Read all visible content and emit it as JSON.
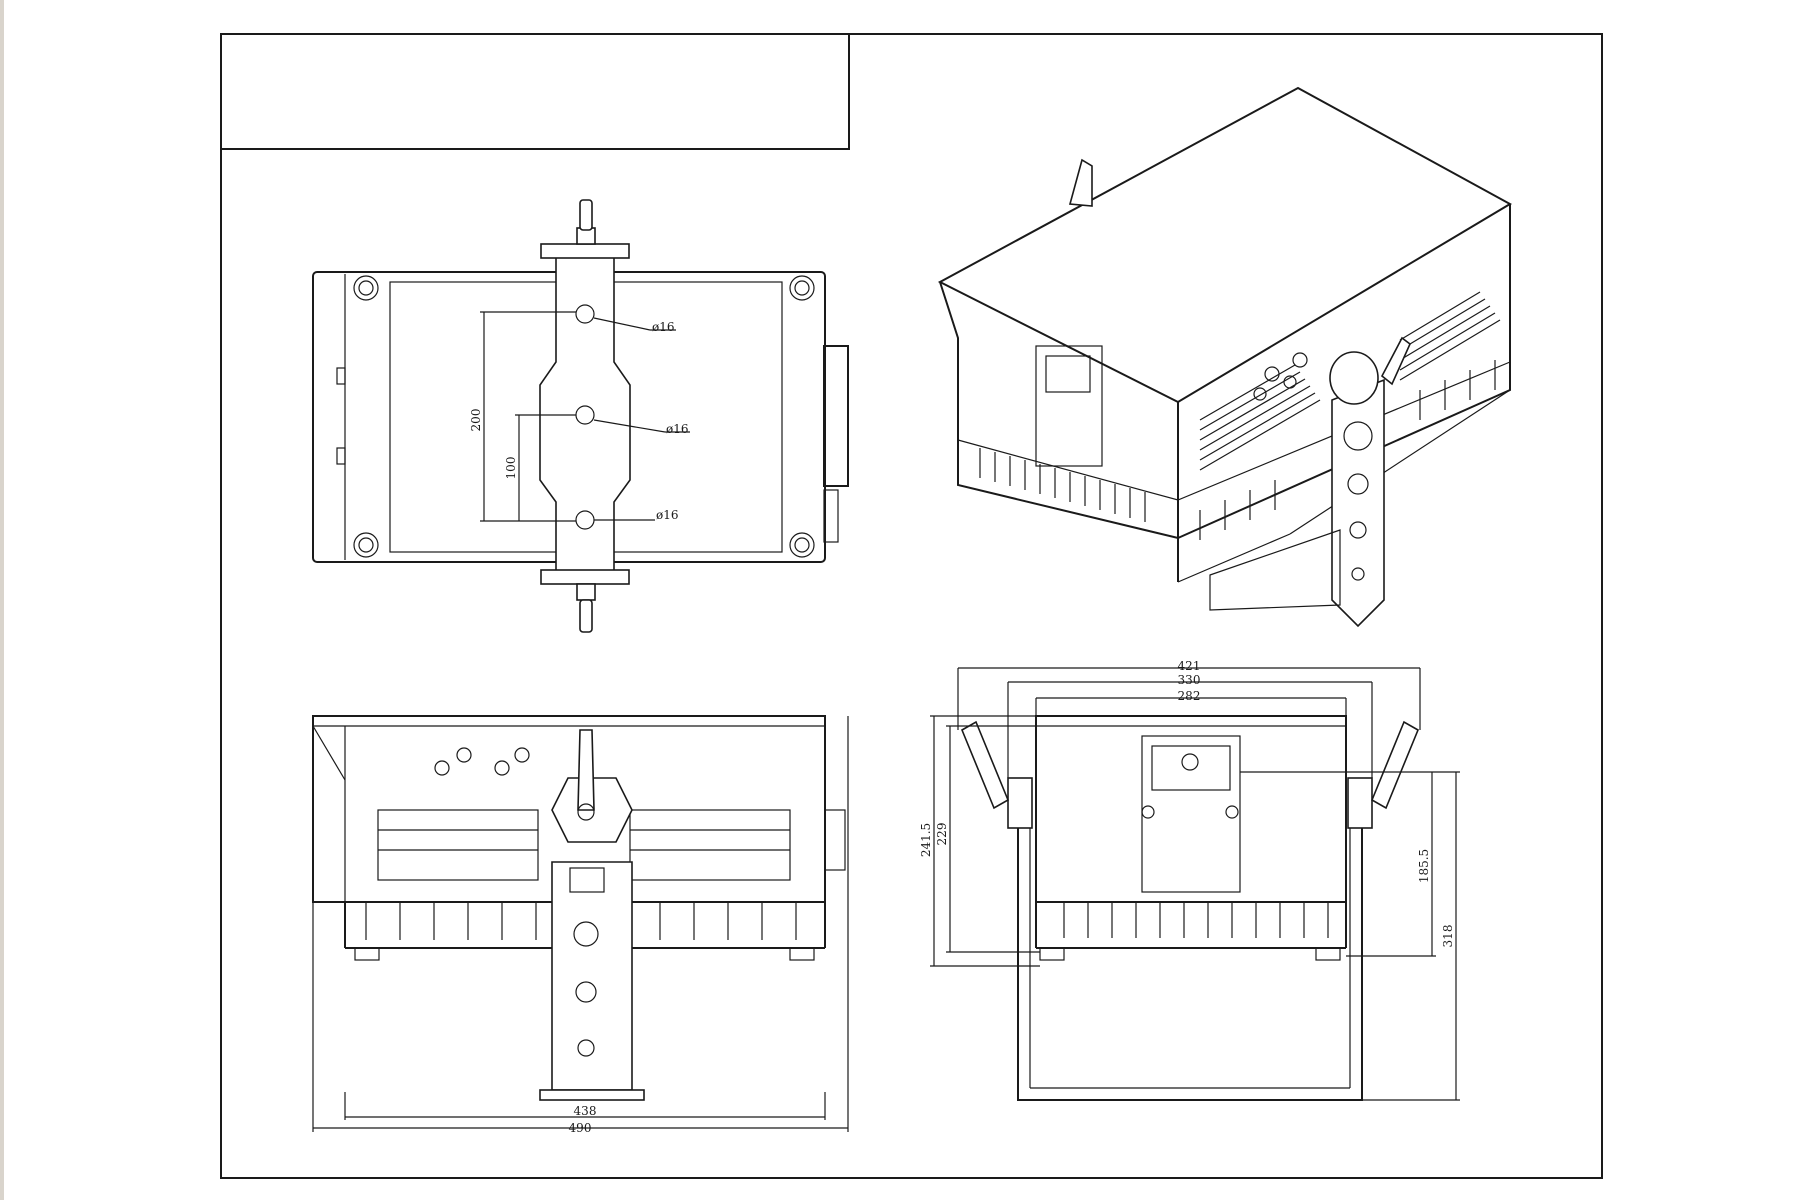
{
  "title_block": {
    "text": ""
  },
  "dimensions": {
    "top_view": {
      "hole_top": "ø16",
      "hole_middle": "ø16",
      "hole_bottom": "ø16",
      "spacing_outer": "200",
      "spacing_inner": "100"
    },
    "front_view": {
      "inner_width": "438",
      "outer_width": "490"
    },
    "side_view": {
      "overall_width": "421",
      "mid_width": "330",
      "inner_width": "282",
      "height_outer": "241.5",
      "height_inner": "229",
      "bracket_height": "185.5",
      "total_height": "318"
    }
  }
}
